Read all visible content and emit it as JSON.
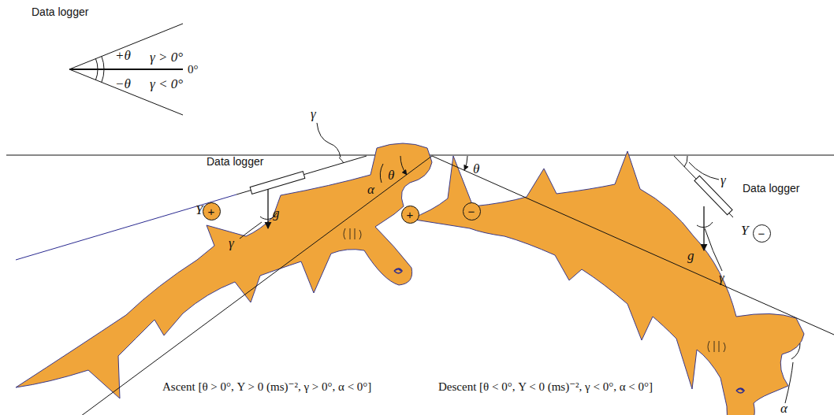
{
  "diagram": {
    "nodes": [
      {
        "text": [
          "+"
        ]
      },
      {
        "text": [
          "+"
        ]
      },
      {
        "text": [
          "−"
        ]
      },
      {
        "text": [
          "−"
        ]
      }
    ],
    "labels": [
      "Data logger",
      "+θ",
      "γ > 0°",
      "0°",
      "−θ",
      "γ < 0°",
      "γ",
      "Data logger",
      "Y",
      "g",
      "γ",
      "θ",
      "α",
      "θ",
      "γ",
      "Data logger",
      "g",
      "Y",
      "γ",
      "α",
      "Ascent [θ > 0°, Y > 0 (ms)⁻², γ > 0°, α < 0°]",
      "Descent [θ < 0°, Y < 0 (ms)⁻², γ < 0°, α < 0°]"
    ]
  }
}
